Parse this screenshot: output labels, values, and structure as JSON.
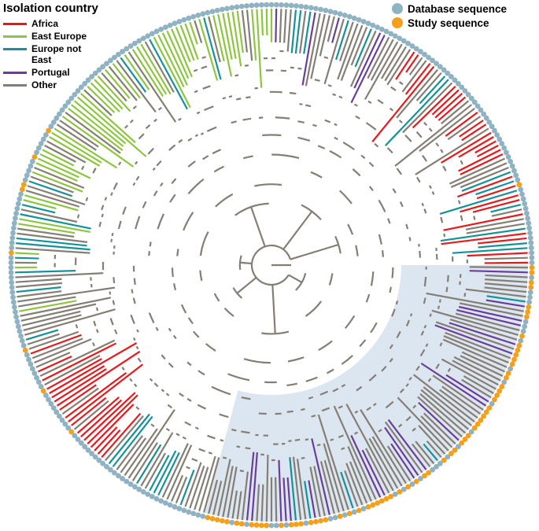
{
  "legend": {
    "title": "Isolation country",
    "items": [
      {
        "label": "Africa",
        "color": "#e8191c"
      },
      {
        "label": "East Europe",
        "color": "#8cc63f"
      },
      {
        "label": "Europe not East",
        "color": "#13929a"
      },
      {
        "label": "Portugal",
        "color": "#6a3d9a"
      },
      {
        "label": "Other",
        "color": "#857e74"
      }
    ]
  },
  "tip_legend": {
    "items": [
      {
        "label": "Database sequence",
        "color": "#8fb3c3"
      },
      {
        "label": "Study sequence",
        "color": "#f5a01c"
      }
    ]
  },
  "colors": {
    "background": "#ffffff",
    "highlight_sector": "#dce6f0",
    "branch_default": "#857e74"
  }
}
